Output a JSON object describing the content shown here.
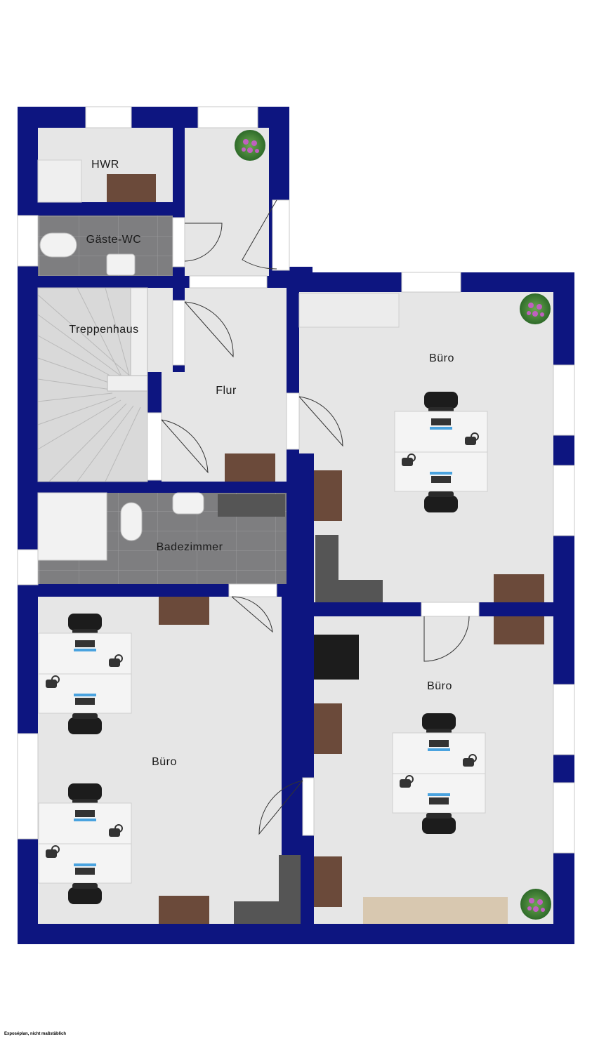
{
  "rooms": {
    "hwr": "HWR",
    "gaeste_wc": "Gäste-WC",
    "treppenhaus": "Treppenhaus",
    "flur": "Flur",
    "badezimmer": "Badezimmer",
    "buero_top_right": "Büro",
    "buero_bottom_right": "Büro",
    "buero_bottom_left": "Büro"
  },
  "footnote": "Exposéplan, nicht maßstäblich",
  "colors": {
    "wall": "#0d1580",
    "floor": "#e6e6e6",
    "tile": "#7e7e80",
    "desk_wood": "#6b4a3a",
    "dark_furniture": "#555555",
    "window": "#ffffff"
  }
}
